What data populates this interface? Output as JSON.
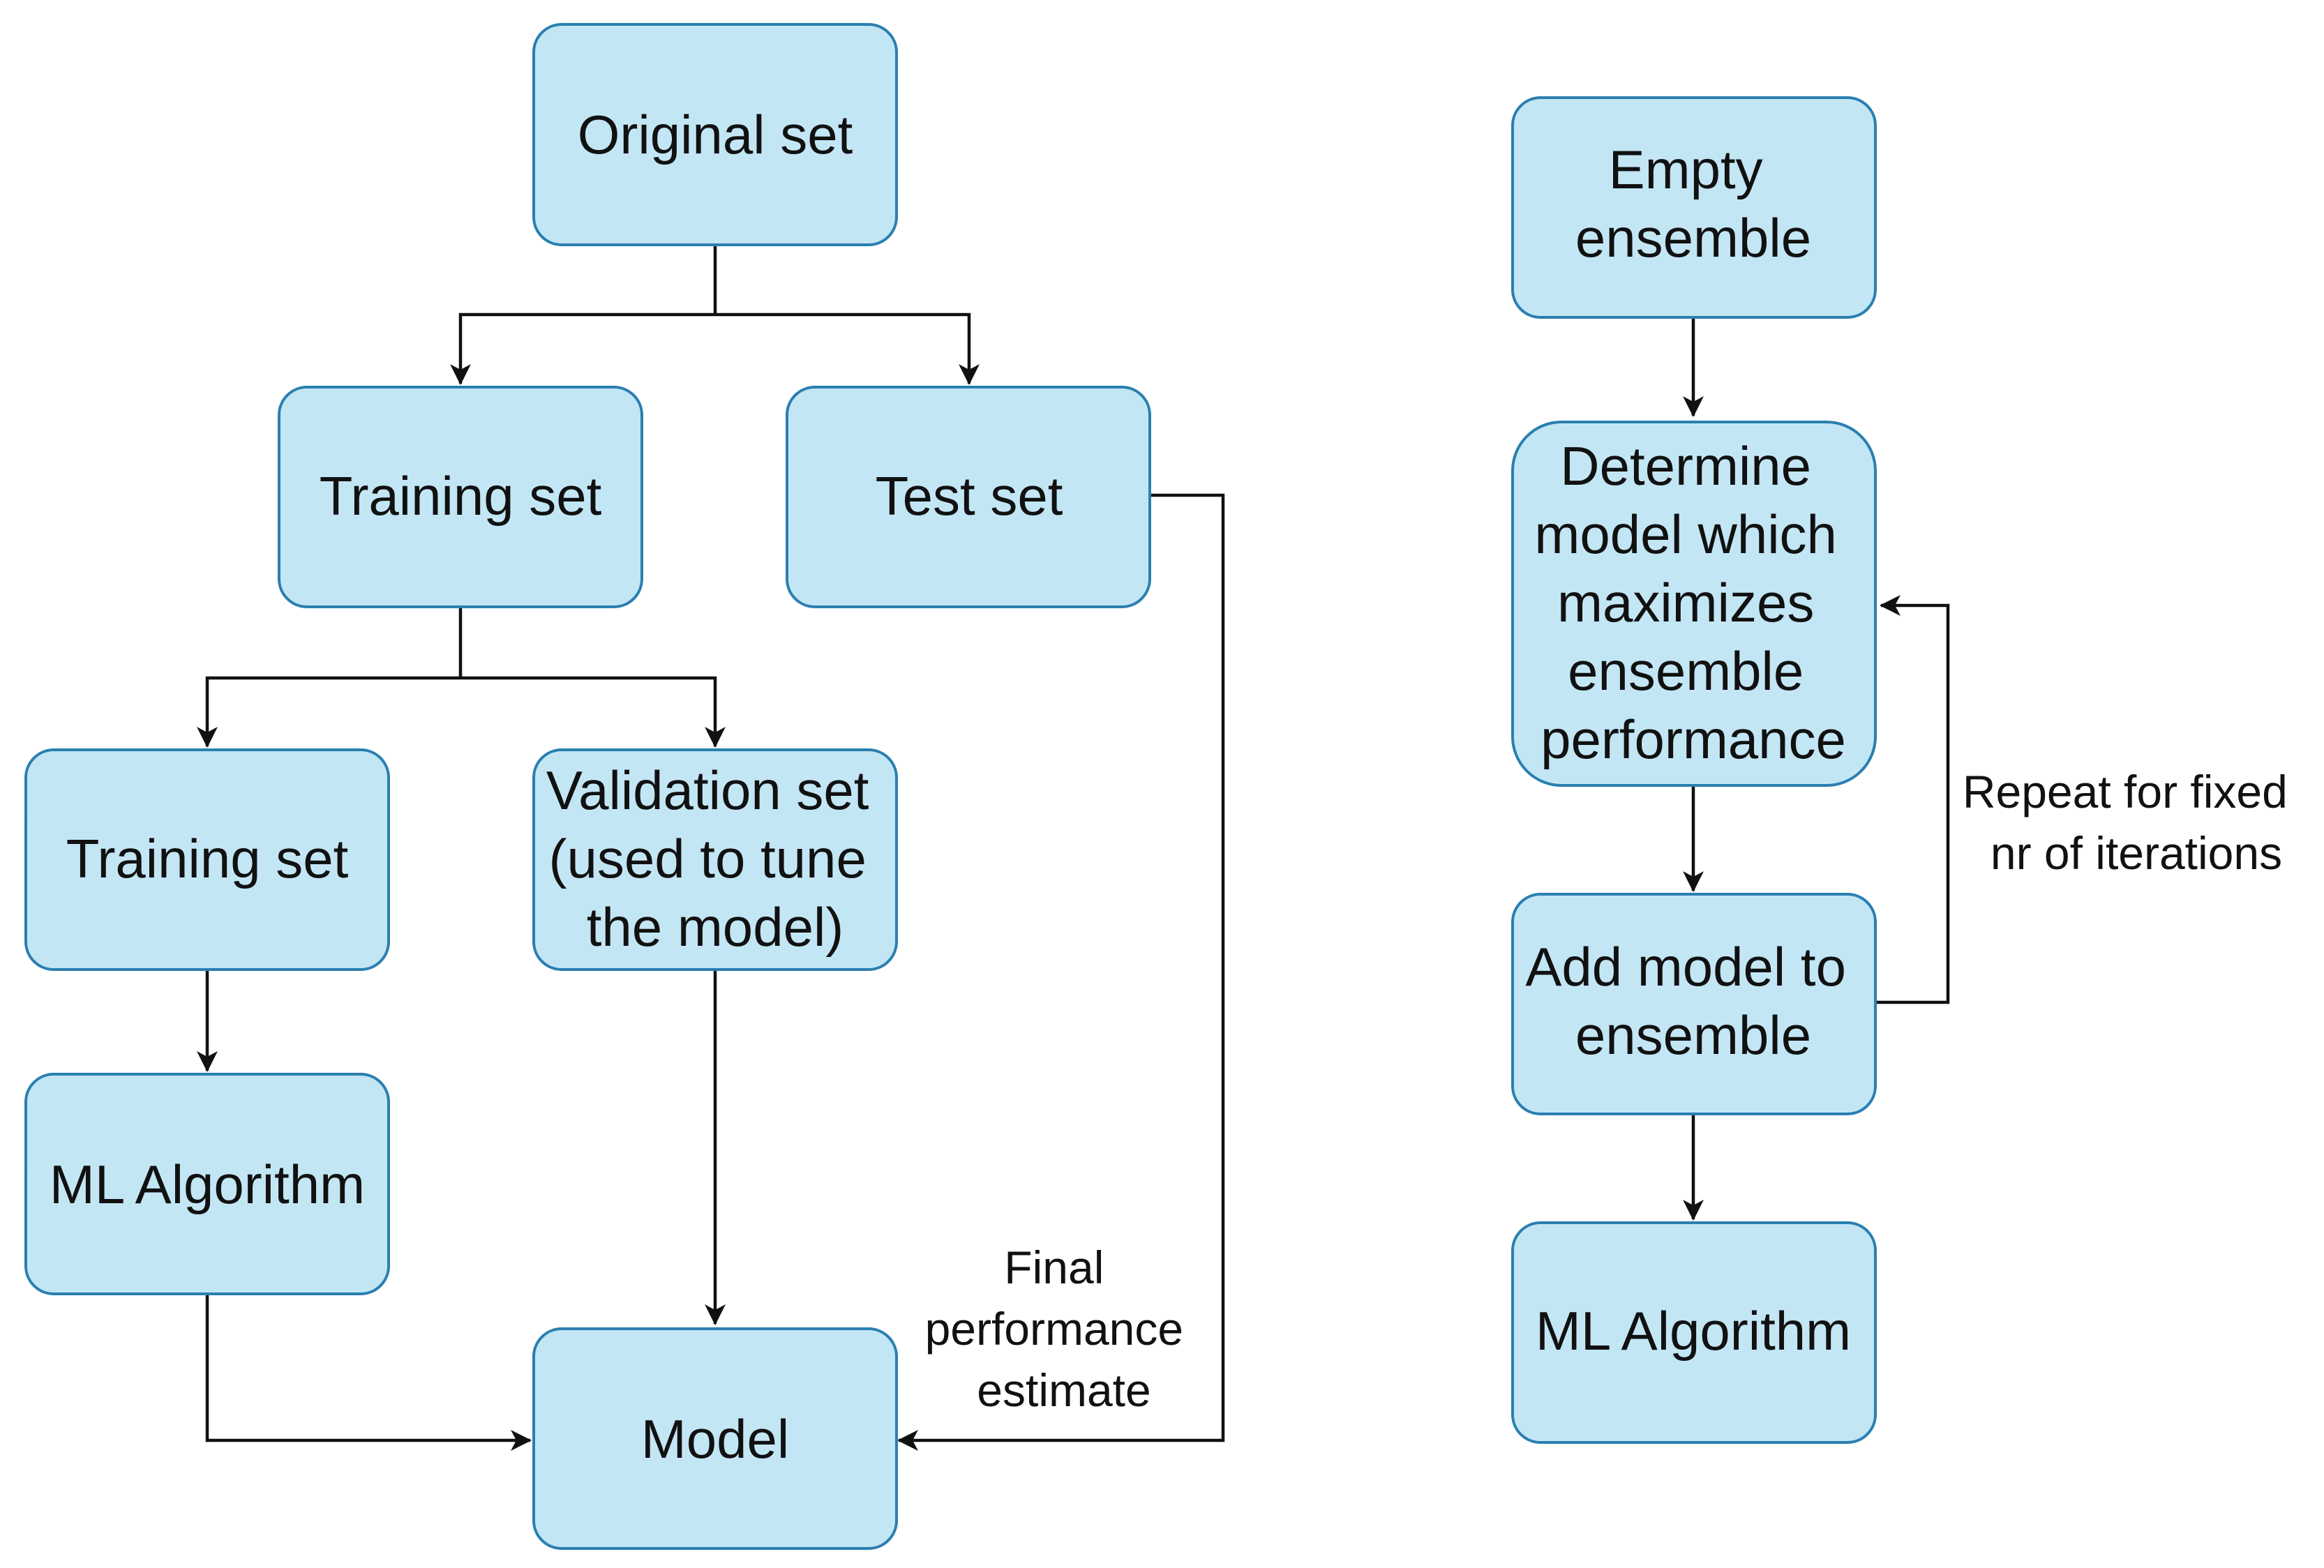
{
  "nodes": {
    "original_set": {
      "lines": [
        "Original set"
      ]
    },
    "training_set_top": {
      "lines": [
        "Training set"
      ]
    },
    "test_set": {
      "lines": [
        "Test set"
      ]
    },
    "training_set_sub": {
      "lines": [
        "Training set"
      ]
    },
    "validation_set": {
      "lines": [
        "Validation set",
        "(used to tune",
        "the model)"
      ]
    },
    "ml_algorithm_left": {
      "lines": [
        "ML Algorithm"
      ]
    },
    "model": {
      "lines": [
        "Model"
      ]
    },
    "empty_ensemble": {
      "lines": [
        "Empty",
        "ensemble"
      ]
    },
    "determine_model": {
      "lines": [
        "Determine",
        "model which",
        "maximizes",
        "ensemble",
        "performance"
      ]
    },
    "add_model": {
      "lines": [
        "Add model to",
        "ensemble"
      ]
    },
    "ml_algorithm_right": {
      "lines": [
        "ML Algorithm"
      ]
    }
  },
  "edge_labels": {
    "final_estimate": {
      "lines": [
        "Final",
        "performance",
        "estimate"
      ]
    },
    "repeat": {
      "lines": [
        "Repeat for fixed",
        "nr of iterations"
      ]
    }
  },
  "colors": {
    "node_fill": "#c3e6f5",
    "node_stroke": "#2a7fb0",
    "edge": "#111111"
  }
}
